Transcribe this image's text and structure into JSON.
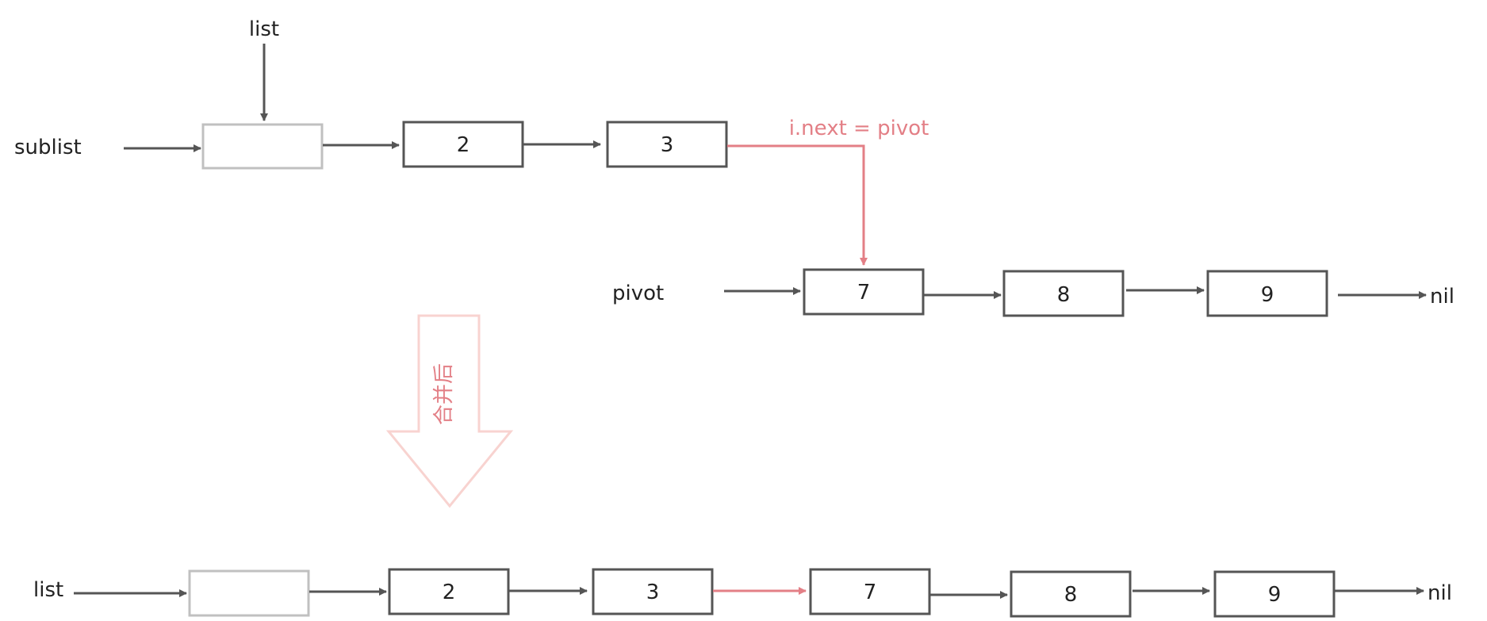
{
  "labels": {
    "list_top": "list",
    "sublist": "sublist",
    "pivot": "pivot",
    "nil_top": "nil",
    "list_bottom": "list",
    "nil_bottom": "nil",
    "assign": "i.next = pivot",
    "merge": "合并后"
  },
  "nodes": {
    "top_head": "",
    "top_2": "2",
    "top_3": "3",
    "pivot_7": "7",
    "pivot_8": "8",
    "pivot_9": "9",
    "bottom_head": "",
    "bottom_2": "2",
    "bottom_3": "3",
    "bottom_7": "7",
    "bottom_8": "8",
    "bottom_9": "9"
  },
  "colors": {
    "line": "#555555",
    "head_box": "#c0c0c0",
    "highlight": "#e37f86",
    "merge_arrow": "#f8d3d0"
  }
}
